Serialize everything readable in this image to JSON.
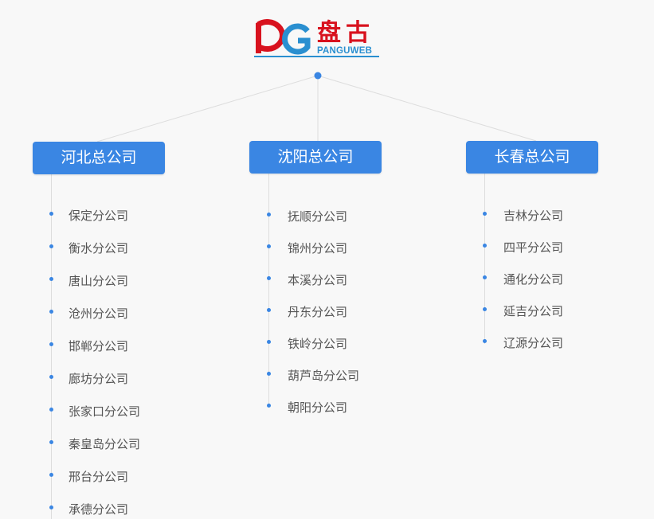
{
  "logo": {
    "chinese": "盘古",
    "english": "PANGUWEB",
    "colors": {
      "red": "#d8121e",
      "blue": "#2a8fd0"
    }
  },
  "colors": {
    "accent": "#3a86e3",
    "line": "#dddddd",
    "text": "#555555",
    "background": "#f8f8f8"
  },
  "branches": [
    {
      "name": "河北总公司",
      "items": [
        "保定分公司",
        "衡水分公司",
        "唐山分公司",
        "沧州分公司",
        "邯郸分公司",
        "廊坊分公司",
        "张家口分公司",
        "秦皇岛分公司",
        "邢台分公司",
        "承德分公司"
      ]
    },
    {
      "name": "沈阳总公司",
      "items": [
        "抚顺分公司",
        "锦州分公司",
        "本溪分公司",
        "丹东分公司",
        "铁岭分公司",
        "葫芦岛分公司",
        "朝阳分公司"
      ]
    },
    {
      "name": "长春总公司",
      "items": [
        "吉林分公司",
        "四平分公司",
        "通化分公司",
        "延吉分公司",
        "辽源分公司"
      ]
    }
  ]
}
